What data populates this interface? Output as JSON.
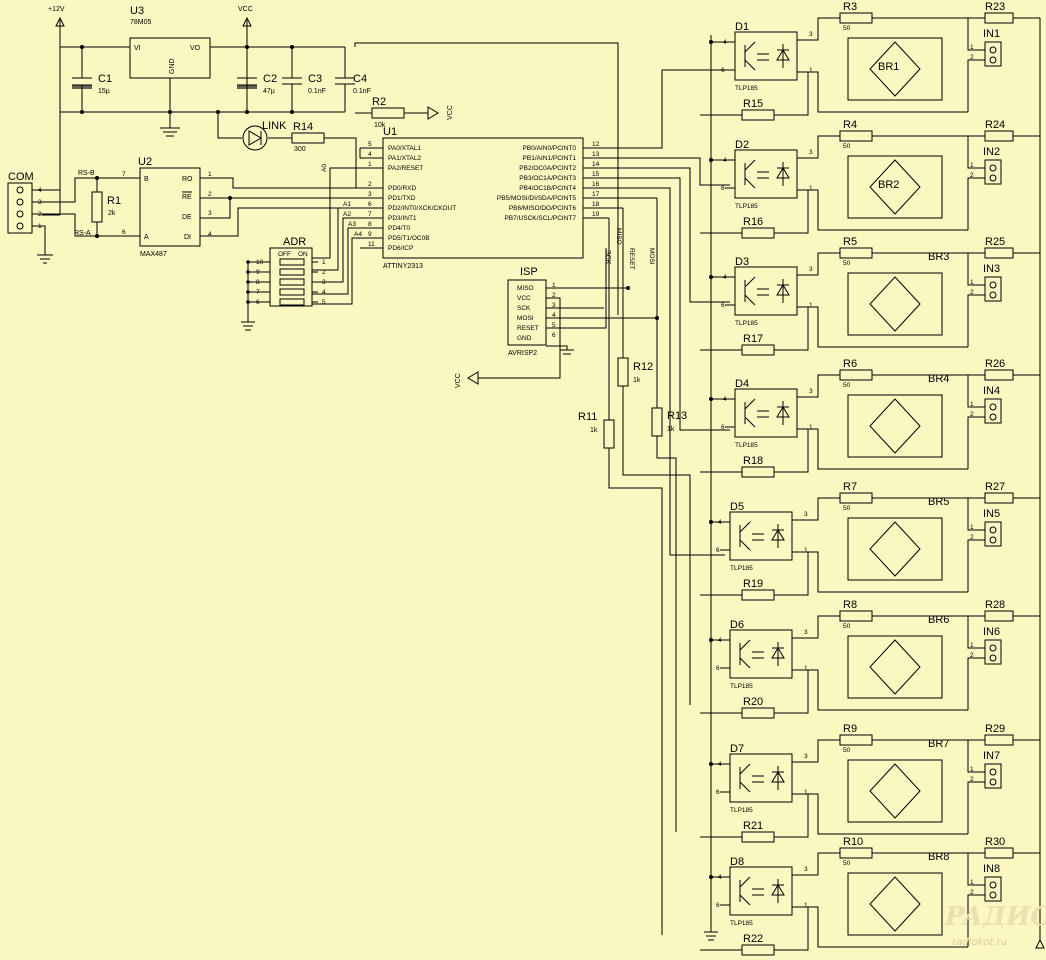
{
  "power": {
    "v12": "+12V",
    "vcc": "VCC"
  },
  "u3": {
    "ref": "U3",
    "part": "78M05",
    "vi": "VI",
    "vo": "VO",
    "gnd": "GND"
  },
  "caps": [
    {
      "ref": "C1",
      "val": "15µ"
    },
    {
      "ref": "C2",
      "val": "47µ"
    },
    {
      "ref": "C3",
      "val": "0.1nF"
    },
    {
      "ref": "C4",
      "val": "0.1nF"
    }
  ],
  "r2": {
    "ref": "R2",
    "val": "10k"
  },
  "link": {
    "label": "LINK",
    "ref": "R14",
    "val": "300"
  },
  "com": {
    "label": "COM",
    "pins": [
      "4",
      "3",
      "2",
      "1"
    ],
    "rsb": "RS-B",
    "rsa": "RS-A"
  },
  "r1": {
    "ref": "R1",
    "val": "2k"
  },
  "u2": {
    "ref": "U2",
    "part": "MAX487",
    "pins": {
      "b": "B",
      "a": "A",
      "ro": "RO",
      "re": "RE",
      "de": "DE",
      "di": "DI"
    },
    "nums": {
      "b": "7",
      "a": "6",
      "ro": "1",
      "re": "2",
      "de": "3",
      "di": "4"
    }
  },
  "u1": {
    "ref": "U1",
    "part": "ATTINY2313",
    "left": [
      {
        "num": "5",
        "name": "PA0/XTAL1"
      },
      {
        "num": "4",
        "name": "PA1/XTAL2"
      },
      {
        "num": "1",
        "name": "PA2/RESET"
      },
      {
        "num": "2",
        "name": "PD0/RXD"
      },
      {
        "num": "3",
        "name": "PD1/TXD"
      },
      {
        "num": "6",
        "name": "PD2/INT0/XCK/CKOUT"
      },
      {
        "num": "7",
        "name": "PD3/INT1"
      },
      {
        "num": "8",
        "name": "PD4/T0"
      },
      {
        "num": "9",
        "name": "PD5/T1/OC0B"
      },
      {
        "num": "11",
        "name": "PD6/ICP"
      }
    ],
    "right": [
      {
        "num": "12",
        "name": "PB0/AIN0/PCINT0"
      },
      {
        "num": "13",
        "name": "PB1/AIN1/PCINT1"
      },
      {
        "num": "14",
        "name": "PB2/OC0A/PCINT2"
      },
      {
        "num": "15",
        "name": "PB3/OC1A/PCINT3"
      },
      {
        "num": "16",
        "name": "PB4/OC1B/PCINT4"
      },
      {
        "num": "17",
        "name": "PB5/MOSI/DI/SDA/PCINT5"
      },
      {
        "num": "18",
        "name": "PB6/MISO/DO/PCINT6"
      },
      {
        "num": "19",
        "name": "PB7/USCK/SCL/PCINT7"
      }
    ],
    "nets": {
      "a0": "A0",
      "a1": "A1",
      "a2": "A2",
      "a3": "A3",
      "a4": "A4"
    }
  },
  "adr": {
    "label": "ADR",
    "off": "OFF",
    "on": "ON",
    "lnum": [
      "10",
      "9",
      "8",
      "7",
      "6"
    ],
    "rnum": [
      "1",
      "2",
      "3",
      "4",
      "5"
    ]
  },
  "isp": {
    "label": "ISP",
    "part": "AVRISP2",
    "pins": [
      {
        "num": "1",
        "name": "MISO"
      },
      {
        "num": "2",
        "name": "VCC"
      },
      {
        "num": "3",
        "name": "SCK"
      },
      {
        "num": "4",
        "name": "MOSI"
      },
      {
        "num": "5",
        "name": "RESET"
      },
      {
        "num": "6",
        "name": "GND"
      }
    ],
    "vcc": "VCC"
  },
  "nets": {
    "sck": "SCK",
    "miso": "MISO",
    "reset": "RESET",
    "mosi": "MOSI"
  },
  "r11": {
    "ref": "R11",
    "val": "1k"
  },
  "r12": {
    "ref": "R12",
    "val": "1k"
  },
  "r13": {
    "ref": "R13",
    "val": "1k"
  },
  "channels": [
    {
      "d": "D1",
      "rs": "R3",
      "rsv": "50",
      "rin": "R23",
      "rpu": "R15",
      "br": "BR1",
      "in": "IN1"
    },
    {
      "d": "D2",
      "rs": "R4",
      "rsv": "50",
      "rin": "R24",
      "rpu": "R16",
      "br": "BR2",
      "in": "IN2"
    },
    {
      "d": "D3",
      "rs": "R5",
      "rsv": "50",
      "rin": "R25",
      "rpu": "R17",
      "br": "BR3",
      "in": "IN3"
    },
    {
      "d": "D4",
      "rs": "R6",
      "rsv": "50",
      "rin": "R26",
      "rpu": "R18",
      "br": "BR4",
      "in": "IN4"
    },
    {
      "d": "D5",
      "rs": "R7",
      "rsv": "50",
      "rin": "R27",
      "rpu": "R19",
      "br": "BR5",
      "in": "IN5"
    },
    {
      "d": "D6",
      "rs": "R8",
      "rsv": "50",
      "rin": "R28",
      "rpu": "R20",
      "br": "BR6",
      "in": "IN6"
    },
    {
      "d": "D7",
      "rs": "R9",
      "rsv": "50",
      "rin": "R29",
      "rpu": "R21",
      "br": "BR7",
      "in": "IN7"
    },
    {
      "d": "D8",
      "rs": "R10",
      "rsv": "50",
      "rin": "R30",
      "rpu": "R22",
      "br": "BR8",
      "in": "IN8"
    }
  ],
  "opto": {
    "part": "TLP185",
    "p1": "1",
    "p3": "3",
    "p4": "4",
    "p6": "6"
  },
  "conn_pins": [
    "1",
    "2"
  ],
  "watermark": {
    "logo": "PAДИО КОТ",
    "url": "radiokot.ru"
  }
}
